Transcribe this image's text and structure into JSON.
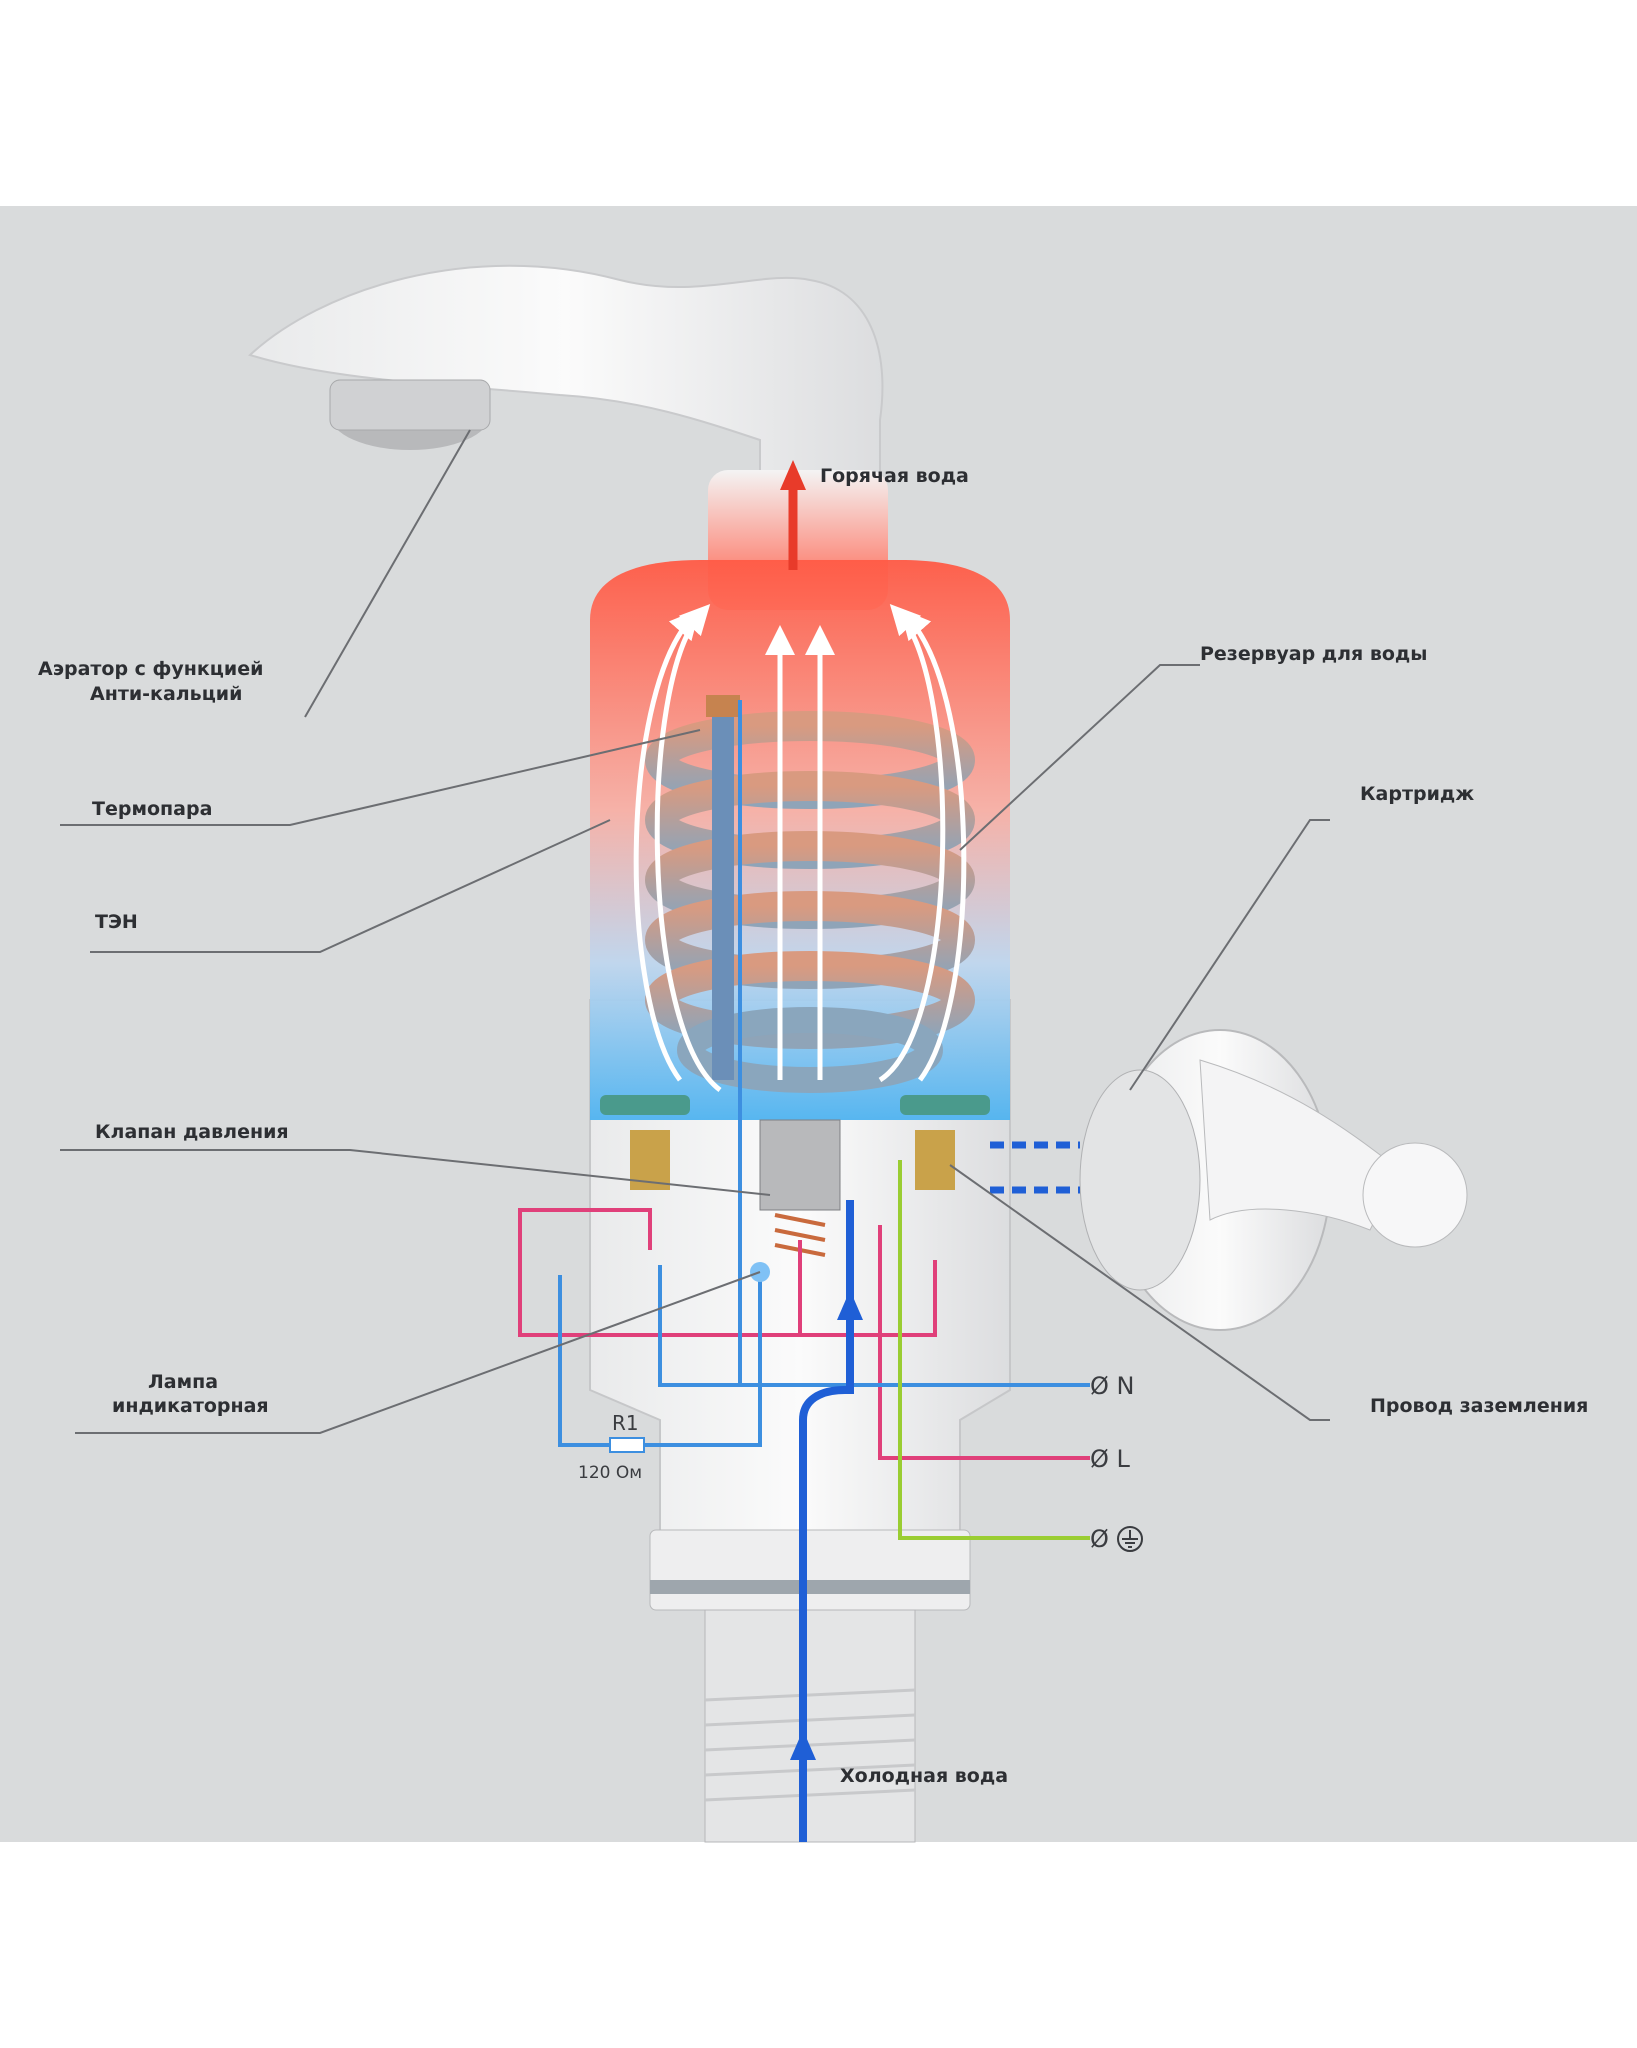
{
  "labels": {
    "hot_water": "Горячая вода",
    "aerator_line1": "Аэратор с функцией",
    "aerator_line2": "Анти-кальций",
    "reservoir": "Резервуар для воды",
    "thermocouple": "Термопара",
    "cartridge": "Картридж",
    "heater": "ТЭН",
    "pressure_valve": "Клапан давления",
    "lamp_line1": "Лампа",
    "lamp_line2": "индикаторная",
    "ground_wire": "Провод заземления",
    "cold_water": "Холодная вода"
  },
  "circuit": {
    "resistor_name": "R1",
    "resistor_value": "120 Ом",
    "terminal_n": "Ø N",
    "terminal_l": "Ø L",
    "terminal_ground": "Ø"
  },
  "colors": {
    "background": "#d9dbdc",
    "hot": "#f2503c",
    "cold": "#4aa6e6",
    "wire_neutral": "#3d8fe0",
    "wire_live": "#e0407a",
    "wire_ground": "#9acd32",
    "cold_pipe": "#1f5fd6"
  }
}
